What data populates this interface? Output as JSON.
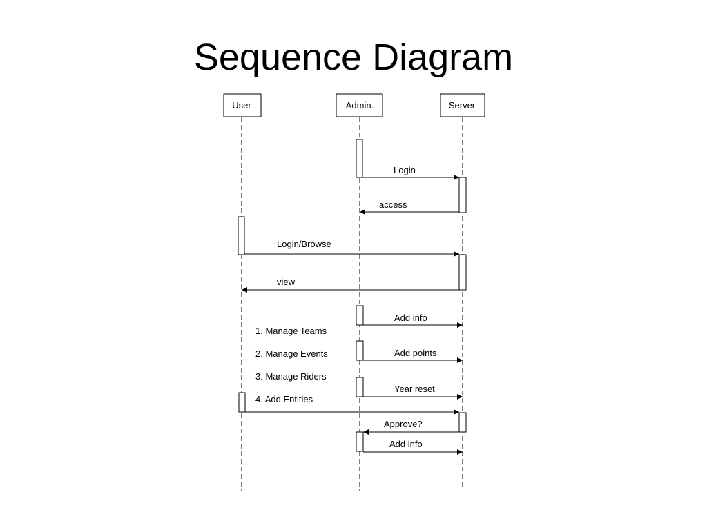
{
  "title": "Sequence Diagram",
  "participants": [
    {
      "id": "user",
      "label": "User"
    },
    {
      "id": "admin",
      "label": "Admin."
    },
    {
      "id": "server",
      "label": "Server"
    }
  ],
  "messages": [
    {
      "id": "m1",
      "from": "admin",
      "to": "server",
      "label": "Login"
    },
    {
      "id": "m2",
      "from": "server",
      "to": "admin",
      "label": "access"
    },
    {
      "id": "m3",
      "from": "user",
      "to": "server",
      "label": "Login/Browse"
    },
    {
      "id": "m4",
      "from": "server",
      "to": "user",
      "label": "view"
    },
    {
      "id": "m5",
      "from": "admin",
      "to": "server",
      "label": "Add info"
    },
    {
      "id": "m6",
      "from": "admin",
      "to": "server",
      "label": "Add points"
    },
    {
      "id": "m7",
      "from": "admin",
      "to": "server",
      "label": "Year reset"
    },
    {
      "id": "m8",
      "from": "user",
      "to": "server",
      "label": ""
    },
    {
      "id": "m9",
      "from": "server",
      "to": "admin",
      "label": "Approve?"
    },
    {
      "id": "m10",
      "from": "admin",
      "to": "server",
      "label": "Add info"
    }
  ],
  "notes": [
    "1. Manage Teams",
    "2. Manage Events",
    "3. Manage Riders",
    "4. Add Entities"
  ]
}
